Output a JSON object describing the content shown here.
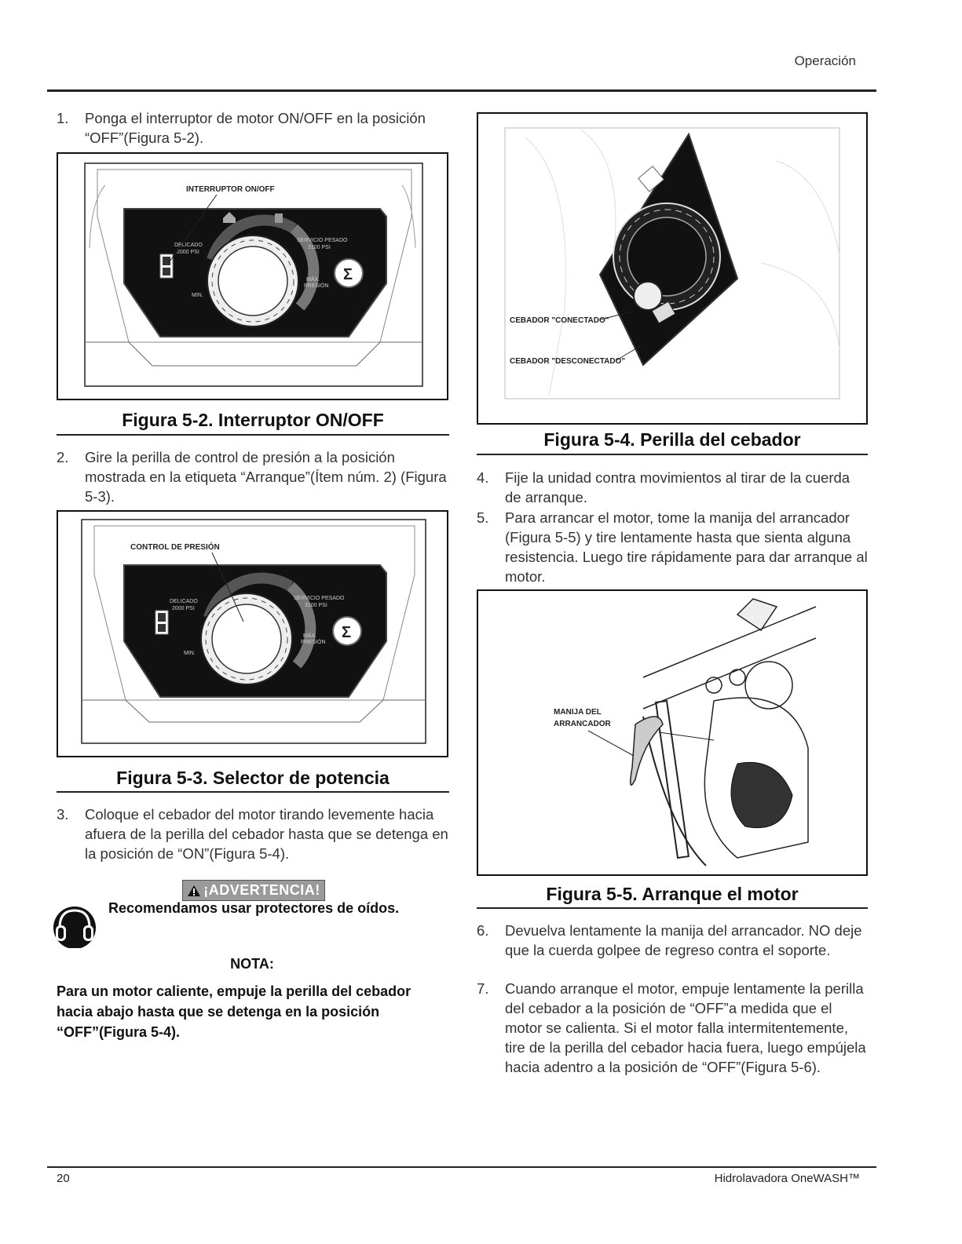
{
  "header": {
    "section": "Operación"
  },
  "steps": [
    {
      "num": "1.",
      "text": "Ponga el interruptor de motor ON/OFF en la posición “OFF”(Figura 5-2)."
    },
    {
      "num": "2.",
      "text": "Gire la perilla de control de presión a la posición mostrada en la etiqueta “Arranque”(Ítem núm. 2) (Figura 5-3)."
    },
    {
      "num": "3.",
      "text": "Coloque el cebador del motor tirando levemente hacia afuera de la perilla del cebador hasta que se detenga en la posición de “ON”(Figura 5-4)."
    },
    {
      "num": "4.",
      "text": "Fije la unidad contra movimientos al tirar de la cuerda de arranque."
    },
    {
      "num": "5.",
      "text": "Para arrancar el motor, tome la manija del arrancador (Figura 5-5) y tire lentamente hasta que sienta alguna resistencia. Luego tire rápidamente para dar arranque al motor."
    },
    {
      "num": "6.",
      "text": "Devuelva lentamente la manija del arrancador. NO deje que la cuerda golpee de regreso contra el soporte."
    },
    {
      "num": "7.",
      "text": "Cuando arranque el motor, empuje lentamente la perilla del cebador a la posición de “OFF”a medida que el motor se calienta. Si el motor falla intermitentemente, tire de la perilla del cebador hacia fuera, luego empújela hacia adentro a la posición de “OFF”(Figura 5-6)."
    }
  ],
  "figures": {
    "fig52": {
      "caption": "Figura 5-2. Interruptor ON/OFF",
      "callout": "INTERRUPTOR ON/OFF",
      "panel": {
        "delicado": "DELICADO",
        "delicado_psi": "2000 PSI",
        "servicio": "SERVICIO PESADO",
        "servicio_psi": "3100 PSI",
        "max": "MÁX.",
        "presion": "PRESIÓN",
        "min": "MIN."
      }
    },
    "fig53": {
      "caption": "Figura 5-3. Selector de potencia",
      "callout": "CONTROL DE PRESIÓN",
      "panel": {
        "delicado": "DELICADO",
        "delicado_psi": "2000 PSI",
        "servicio": "SERVICIO PESADO",
        "servicio_psi": "3100 PSI",
        "max": "MÁX.",
        "presion": "PRESIÓN",
        "min": "MIN."
      }
    },
    "fig54": {
      "caption": "Figura 5-4.  Perilla del cebador",
      "callout_on": "CEBADOR \"CONECTADO\"",
      "callout_off": "CEBADOR \"DESCONECTADO\""
    },
    "fig55": {
      "caption": "Figura 5-5. Arranque el motor",
      "callout_line1": "MANIJA DEL",
      "callout_line2": "ARRANCADOR"
    }
  },
  "warning": {
    "label": "¡ADVERTENCIA!",
    "text": "Recomendamos usar protectores de oídos."
  },
  "note": {
    "title": "NOTA:",
    "text": "Para un motor caliente, empuje la perilla del cebador hacia abajo hasta que se detenga en la posición “OFF”(Figura 5-4)."
  },
  "footer": {
    "page": "20",
    "product": "Hidrolavadora OneWASH™"
  },
  "icons": [
    "warning-triangle-icon",
    "ear-protection-icon"
  ]
}
